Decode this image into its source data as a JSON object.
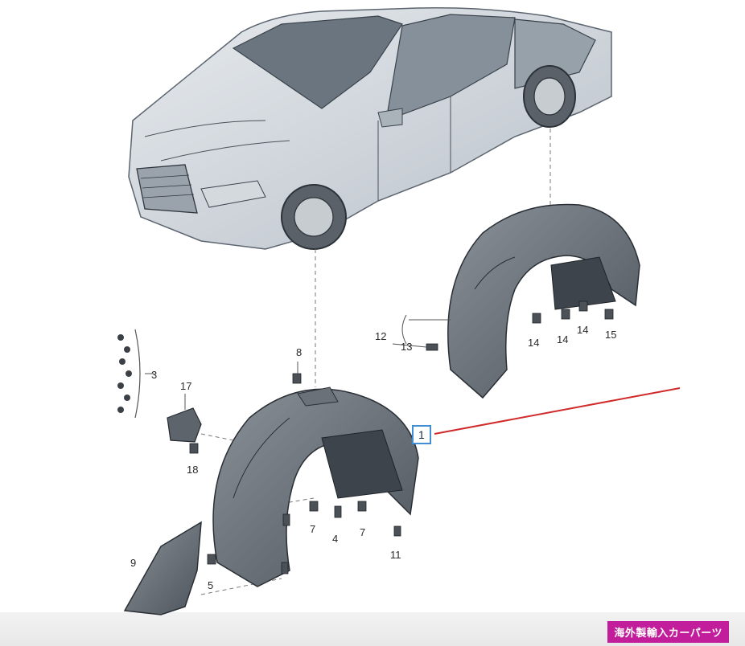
{
  "callouts": {
    "c1": "1",
    "c3": "3",
    "c4": "4",
    "c5": "5",
    "c7a": "7",
    "c7b": "7",
    "c8": "8",
    "c9": "9",
    "c11": "11",
    "c12": "12",
    "c13": "13",
    "c14a": "14",
    "c14b": "14",
    "c14c": "14",
    "c15": "15",
    "c17": "17",
    "c18": "18"
  },
  "colors": {
    "highlight_box": "#3f8ed6",
    "pointer_line": "#d12a2a",
    "watermark_bg": "#c21e9b"
  },
  "watermark": {
    "text": "海外製輸入カーパーツ"
  }
}
